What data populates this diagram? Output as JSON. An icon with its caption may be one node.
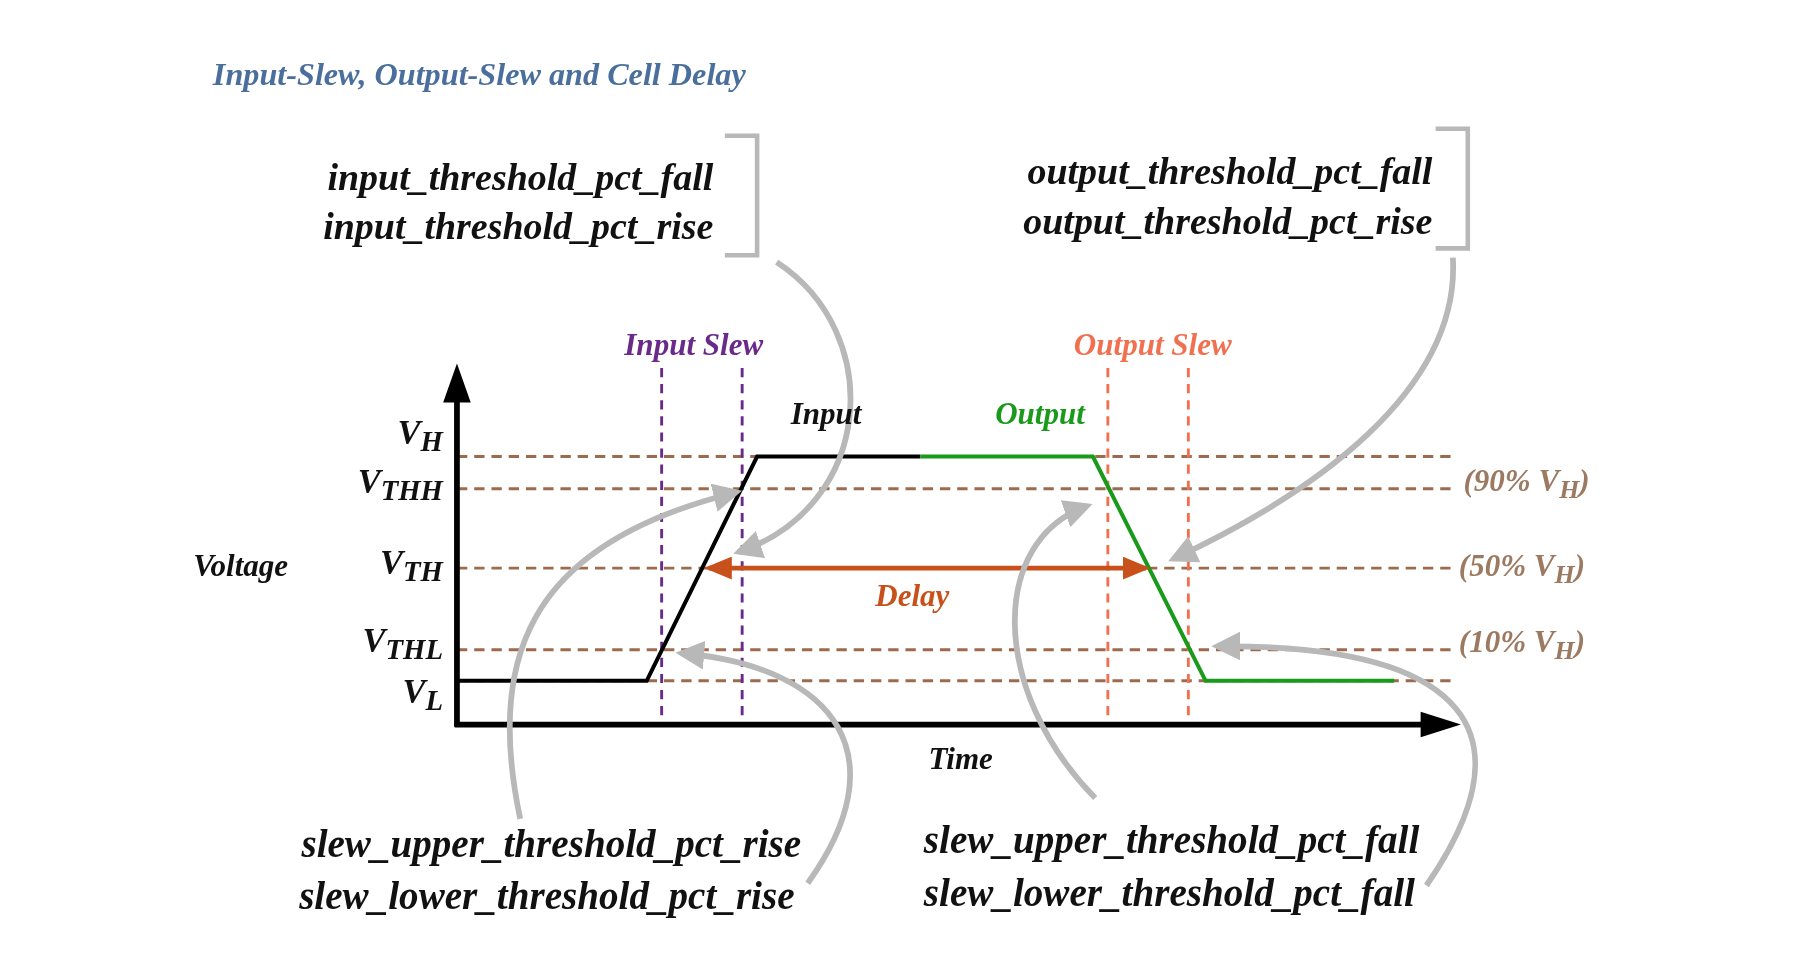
{
  "diagram": {
    "title": "Input-Slew, Output-Slew and Cell Delay",
    "nodes": [
      {
        "text": [
          "input_threshold_pct_fall",
          "input_threshold_pct_rise"
        ]
      },
      {
        "text": [
          "output_threshold_pct_fall",
          "output_threshold_pct_rise"
        ]
      },
      {
        "text": [
          "slew_upper_threshold_pct_rise"
        ]
      },
      {
        "text": [
          "slew_lower_threshold_pct_rise"
        ]
      },
      {
        "text": [
          "slew_upper_threshold_pct_fall"
        ]
      },
      {
        "text": [
          "slew_lower_threshold_pct_fall"
        ]
      }
    ],
    "edges": [
      {
        "from": 0,
        "to": null,
        "arrow": "to"
      },
      {
        "from": 1,
        "to": null,
        "arrow": "to"
      },
      {
        "from": 2,
        "to": null,
        "arrow": "to"
      },
      {
        "from": 3,
        "to": null,
        "arrow": "to"
      },
      {
        "from": 4,
        "to": null,
        "arrow": "to"
      },
      {
        "from": 5,
        "to": null,
        "arrow": "to"
      }
    ],
    "labels": [
      "Input Slew",
      "Output Slew",
      "Input",
      "Output",
      "V$_{H}$",
      "V$_{THH}$",
      "(90% V$_{H}$)",
      "Voltage",
      "V$_{TH}$",
      "(50% V$_{H}$)",
      "Delay",
      "V$_{THL}$",
      "(10% V$_{H}$)",
      "V$_{L}$",
      "Time"
    ]
  }
}
